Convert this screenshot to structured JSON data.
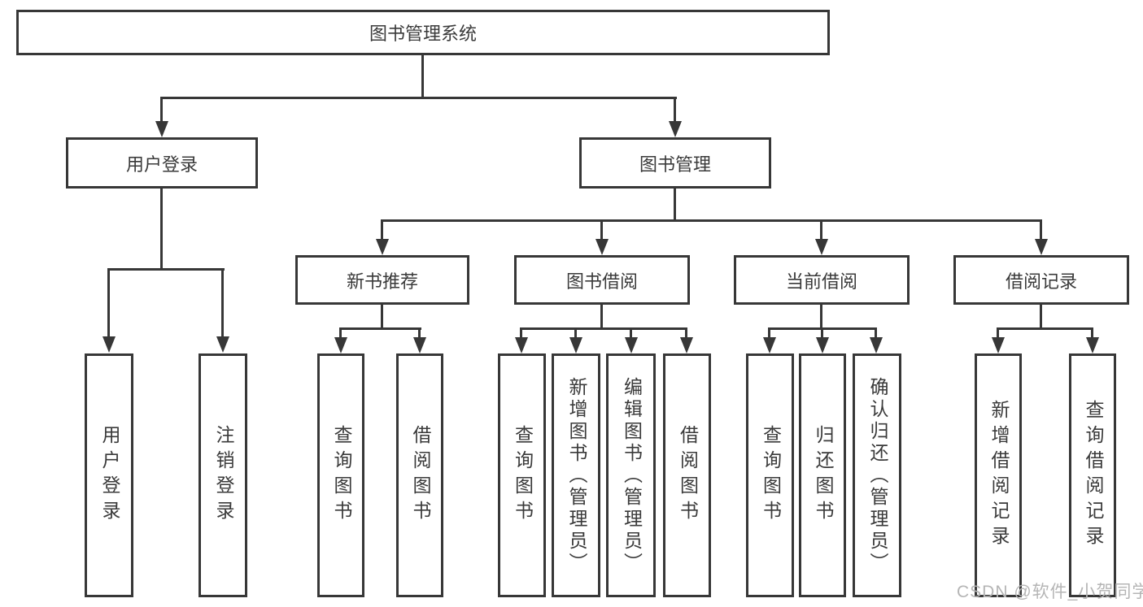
{
  "tree": {
    "label": "图书管理系统",
    "children": [
      {
        "label": "用户登录",
        "children": [
          {
            "label": "用户登录"
          },
          {
            "label": "注销登录"
          }
        ]
      },
      {
        "label": "图书管理",
        "children": [
          {
            "label": "新书推荐",
            "children": [
              {
                "label": "查询图书"
              },
              {
                "label": "借阅图书"
              }
            ]
          },
          {
            "label": "图书借阅",
            "children": [
              {
                "label": "查询图书"
              },
              {
                "label": "新增图书（管理员）"
              },
              {
                "label": "编辑图书（管理员）"
              },
              {
                "label": "借阅图书"
              }
            ]
          },
          {
            "label": "当前借阅",
            "children": [
              {
                "label": "查询图书"
              },
              {
                "label": "归还图书"
              },
              {
                "label": "确认归还（管理员）"
              }
            ]
          },
          {
            "label": "借阅记录",
            "children": [
              {
                "label": "新增借阅记录"
              },
              {
                "label": "查询借阅记录"
              }
            ]
          }
        ]
      }
    ]
  },
  "watermark": "CSDN @软件_小贺同学",
  "colors": {
    "line": "#373737",
    "text": "#3a3a3a",
    "watermark": "#b5b5b5"
  }
}
